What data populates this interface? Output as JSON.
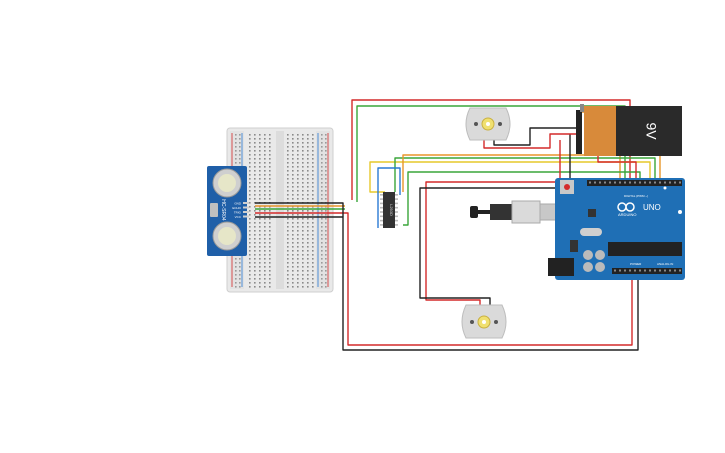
{
  "battery": {
    "label": "9V"
  },
  "sensor": {
    "model": "HC-SR04",
    "pins": [
      "GND",
      "ECHO",
      "TRIG",
      "VCC"
    ]
  },
  "driver_chip": {
    "label": "L293D"
  },
  "arduino": {
    "brand": "ARDUINO",
    "model": "UNO",
    "digital_label": "DIGITAL (PWM ~)",
    "power_label": "POWER",
    "analog_label": "ANALOG IN"
  },
  "colors": {
    "wire_red": "#d42a2a",
    "wire_black": "#222222",
    "wire_green": "#3aa53a",
    "wire_orange": "#e8962a",
    "wire_yellow": "#e6c82a",
    "wire_blue": "#2a7ad4",
    "arduino_board": "#1f6fb5",
    "sensor_board": "#1f5fa8",
    "breadboard": "#e8e8e8",
    "battery_top": "#d88a3a",
    "battery_body": "#2a2a2a"
  }
}
